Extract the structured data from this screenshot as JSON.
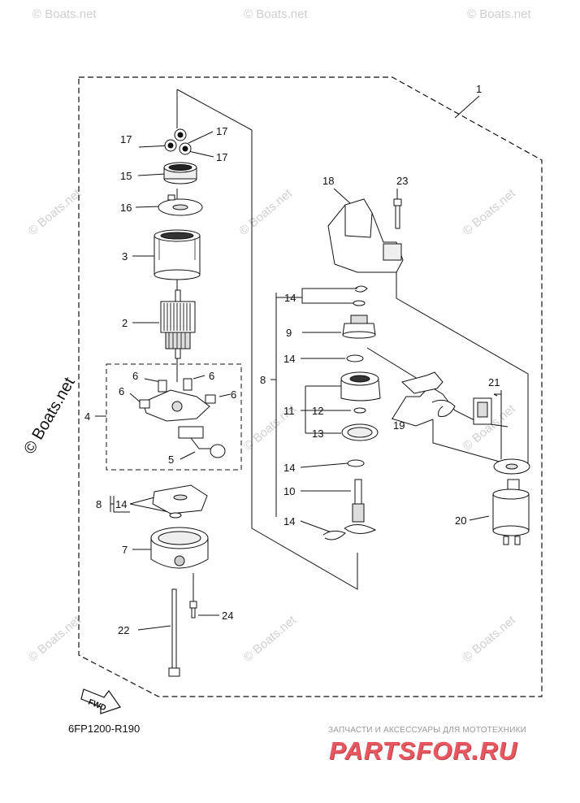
{
  "diagram": {
    "code": "6FP1200-R190",
    "fwd_label": "FWD",
    "callouts": {
      "c1": "1",
      "c2": "2",
      "c3": "3",
      "c4": "4",
      "c5": "5",
      "c6a": "6",
      "c6b": "6",
      "c6c": "6",
      "c6d": "6",
      "c7": "7",
      "c8a": "8",
      "c8b": "8",
      "c9": "9",
      "c10": "10",
      "c11": "11",
      "c12": "12",
      "c13": "13",
      "c14a": "14",
      "c14b": "14",
      "c14c": "14",
      "c14d": "14",
      "c14e": "14",
      "c15": "15",
      "c16": "16",
      "c17a": "17",
      "c17b": "17",
      "c17c": "17",
      "c18": "18",
      "c19": "19",
      "c20": "20",
      "c21": "21",
      "c22": "22",
      "c23": "23",
      "c24": "24"
    }
  },
  "watermarks": {
    "text": "© Boats.net",
    "side_text": "© Boats.net"
  },
  "shop": {
    "tagline": "ЗАПЧАСТИ И АКСЕССУАРЫ ДЛЯ МОТОТЕХНИКИ",
    "logo": "PARTSFOR.RU"
  },
  "colors": {
    "line": "#111111",
    "watermark": "#cfcfcf",
    "logo": "#e6454e"
  }
}
